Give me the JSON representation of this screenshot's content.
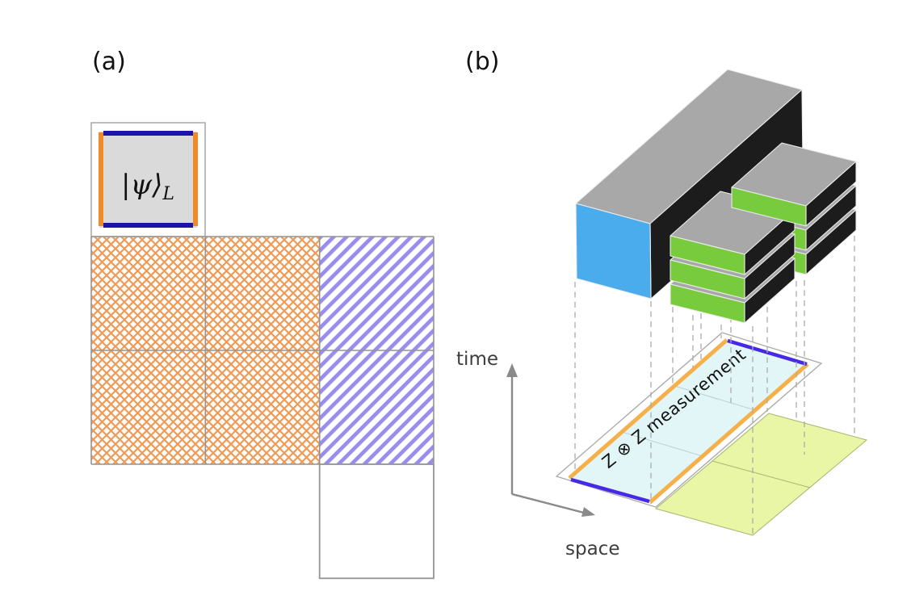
{
  "panel_a": {
    "label": "(a)",
    "patch_state": "|ψ⟩",
    "patch_subscript": "L"
  },
  "panel_b": {
    "label": "(b)",
    "time_axis_label": "time",
    "space_axis_label": "space",
    "measurement_label": "Z ⊗ Z measurement",
    "tall_box_count": 1,
    "stack_slab_count": 3,
    "stack_count": 2
  },
  "colors": {
    "crosshatch_orange": "#F09A55",
    "stripe_purple": "#998CEF",
    "patch_fill_gray": "#DADADA",
    "edge_navy": "#1C16A8",
    "edge_orange": "#F08A28",
    "box_top_gray": "#A8A8A8",
    "box_side_black": "#1C1C1C",
    "box_front_blue": "#4AACEC",
    "slab_green": "#77CB3D",
    "floor_cyan": "#E2F6F8",
    "floor_yellow": "#E9F6A6",
    "floor_edge_orange": "#F6B04A",
    "floor_edge_blue": "#4629E6",
    "axis_gray": "#8A8A8A",
    "dash_gray": "#ABABAB",
    "grid_gray": "#949494"
  }
}
